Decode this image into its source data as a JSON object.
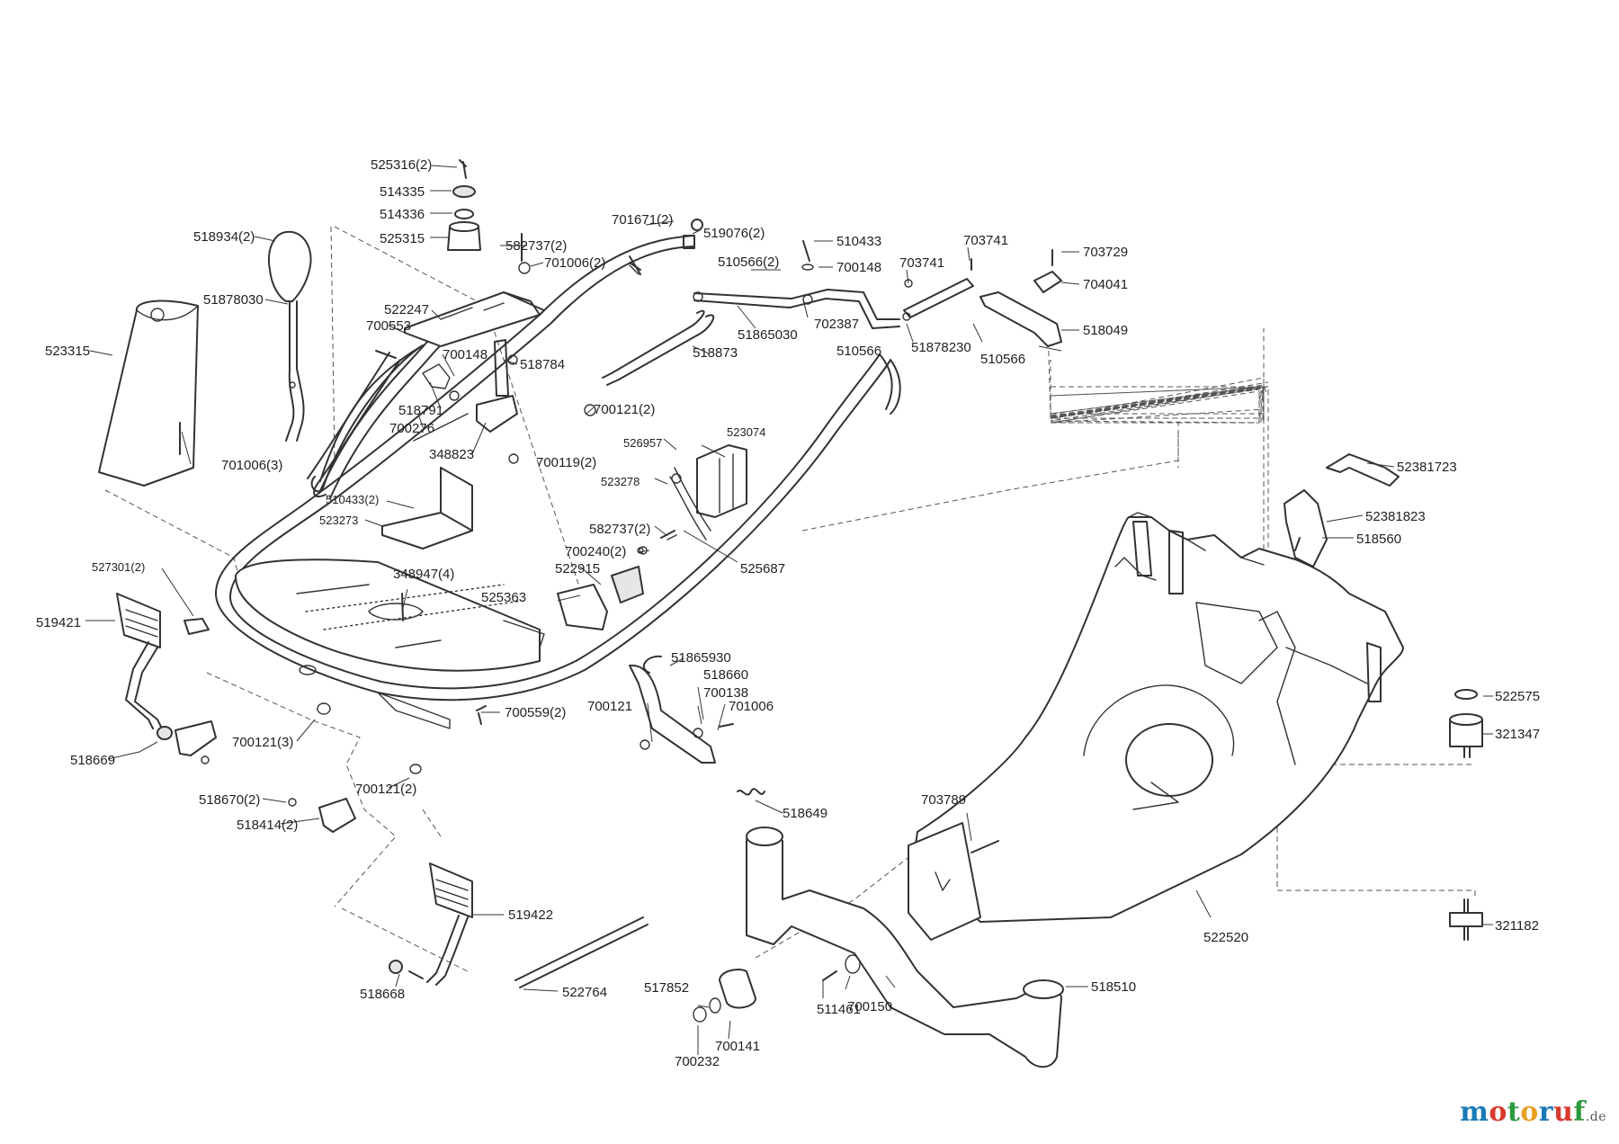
{
  "labels": {
    "l525316": "525316(2)",
    "l514335": "514335",
    "l514336": "514336",
    "l525315": "525315",
    "l582737a": "582737(2)",
    "l701006a": "701006(2)",
    "l518934": "518934(2)",
    "l51878030": "51878030",
    "l522247": "522247",
    "l700553": "700553",
    "l700148a": "700148",
    "l518784": "518784",
    "l518791": "518791",
    "l700276": "700276",
    "l348823": "348823",
    "l523315": "523315",
    "l701006b": "701006(3)",
    "l510433a": "510433(2)",
    "l523273": "523273",
    "l527301": "527301(2)",
    "l348947": "348947(4)",
    "l519421": "519421",
    "l518669": "518669",
    "l700121a": "700121(3)",
    "l700559": "700559(2)",
    "l700121b": "700121(2)",
    "l518670": "518670(2)",
    "l518414": "518414(2)",
    "l519422": "519422",
    "l518668": "518668",
    "l522764": "522764",
    "l701671": "701671(2)",
    "l519076": "519076(2)",
    "l510566a": "510566(2)",
    "l51865030": "51865030",
    "l518873": "518873",
    "l700121c": "700121(2)",
    "l700119": "700119(2)",
    "l523074": "523074",
    "l526957": "526957",
    "l523278": "523278",
    "l582737b": "582737(2)",
    "l700240": "700240(2)",
    "l522915": "522915",
    "l525363": "525363",
    "l525687": "525687",
    "l510433b": "510433",
    "l700148b": "700148",
    "l702387": "702387",
    "l703741a": "703741",
    "l703741b": "703741",
    "l510566b": "510566",
    "l51878230": "51878230",
    "l510566c": "510566",
    "l703729": "703729",
    "l704041": "704041",
    "l518049": "518049",
    "l51865930": "51865930",
    "l518660": "518660",
    "l700138": "700138",
    "l700121d": "700121",
    "l701006c": "701006",
    "l518649": "518649",
    "l703789": "703789",
    "l517852": "517852",
    "l700141": "700141",
    "l700232": "700232",
    "l511461": "511461",
    "l700150": "700150",
    "l518510": "518510",
    "l522520": "522520",
    "l52381723": "52381723",
    "l52381823": "52381823",
    "l518560": "518560",
    "l522575": "522575",
    "l321347": "321347",
    "l321182": "321182"
  },
  "brand": {
    "main": "motoruf",
    "tld": ".de"
  },
  "colors": {
    "line": "#333333",
    "brand_m": "#1a7ab8",
    "brand_o1": "#d83a2e",
    "brand_t": "#2c9a3e",
    "brand_o2": "#e8a020",
    "brand_r": "#1a7ab8",
    "brand_u": "#d83a2e",
    "brand_f": "#2c9a3e"
  },
  "icons": [
    "gear-knob-icon",
    "bolt-icon",
    "washer-icon",
    "nut-icon",
    "spring-icon"
  ]
}
